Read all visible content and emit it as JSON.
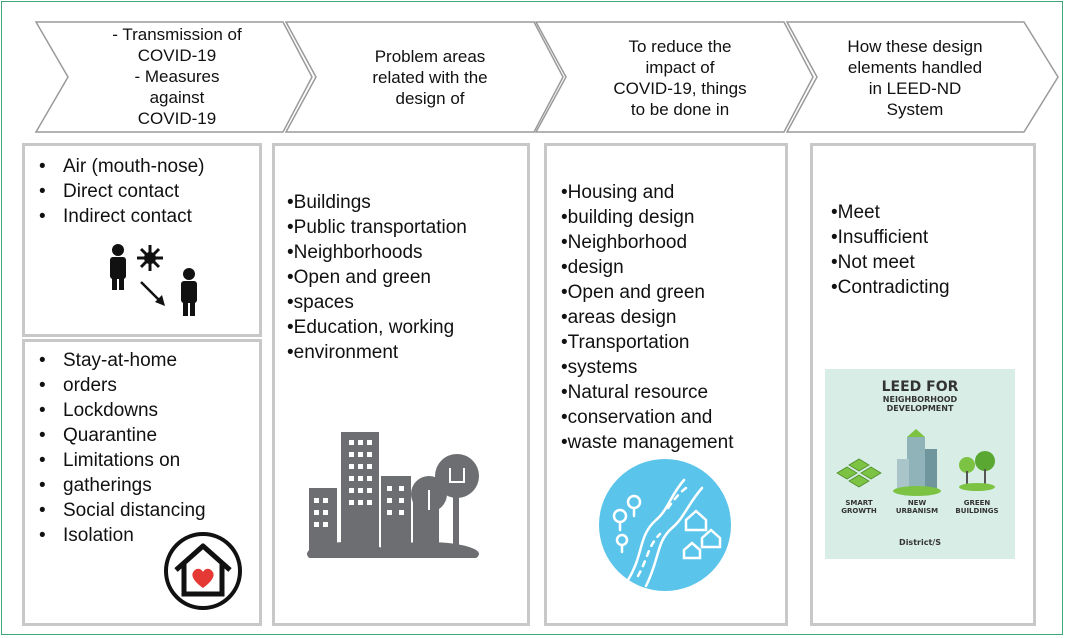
{
  "steps": [
    {
      "lines": [
        "- Transmission of",
        "COVID-19",
        "- Measures",
        "against",
        "COVID-19"
      ]
    },
    {
      "lines": [
        "Problem areas",
        "related with the",
        "design of"
      ]
    },
    {
      "lines": [
        "To reduce the",
        "impact of",
        "COVID-19, things",
        "to be done in"
      ]
    },
    {
      "lines": [
        "How these design",
        "elements handled",
        "in LEED-ND",
        "System"
      ]
    }
  ],
  "transmission": [
    "Air (mouth-nose)",
    "Direct contact",
    "Indirect contact"
  ],
  "measures": [
    "Stay-at-home",
    "orders",
    "Lockdowns",
    "Quarantine",
    "Limitations on",
    "gatherings",
    "Social distancing",
    "Isolation"
  ],
  "problem_areas": [
    "Buildings",
    "Public transportation",
    "Neighborhoods",
    "Open and green",
    "spaces",
    "Education, working",
    "environment"
  ],
  "actions": [
    "Housing and",
    "building design",
    "Neighborhood",
    "design",
    "Open and green",
    "areas design",
    "Transportation",
    "systems",
    "Natural resource",
    "conservation and",
    "waste management"
  ],
  "leed_levels": [
    "Meet",
    "Insufficient",
    "Not meet",
    "Contradicting"
  ],
  "leed_graphic": {
    "title": "LEED FOR",
    "subtitle1": "NEIGHBORHOOD",
    "subtitle2": "DEVELOPMENT",
    "c1a": "SMART",
    "c1b": "GROWTH",
    "c2a": "NEW",
    "c2b": "URBANISM",
    "c3a": "GREEN",
    "c3b": "BUILDINGS",
    "brand": "District/S"
  },
  "colors": {
    "frame": "#3fa77a",
    "box_border": "#c8c8c8",
    "icon_gray": "#6d6e71",
    "circle_blue": "#5bc4ea",
    "leed_bg": "#d8ede6",
    "heart": "#e53935"
  }
}
